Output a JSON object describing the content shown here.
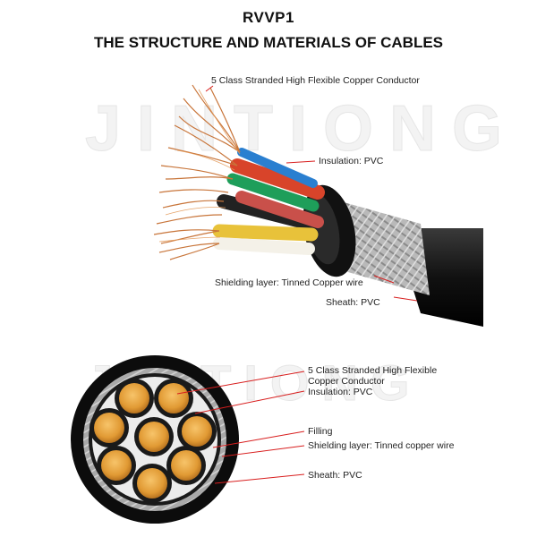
{
  "title": "RVVP1",
  "subtitle": "THE STRUCTURE AND MATERIALS OF CABLES",
  "watermark": "JINTIONG",
  "accent_color": "#d81e1e",
  "top_labels": {
    "conductor": "5 Class Stranded High Flexible Copper Conductor",
    "insulation": "Insulation: PVC",
    "shielding": "Shielding layer: Tinned Copper wire",
    "sheath": "Sheath: PVC"
  },
  "bottom_labels": {
    "conductor": "5 Class Stranded High Flexible Copper Conductor",
    "insulation": "Insulation: PVC",
    "filling": "Filling",
    "shielding": "Shielding layer: Tinned copper wire",
    "sheath": "Sheath: PVC"
  },
  "insulation_colors": [
    "#d8442a",
    "#1e9e5a",
    "#2a7fd0",
    "#222222",
    "#c9504a",
    "#e8c23a",
    "#f4f1e8"
  ]
}
